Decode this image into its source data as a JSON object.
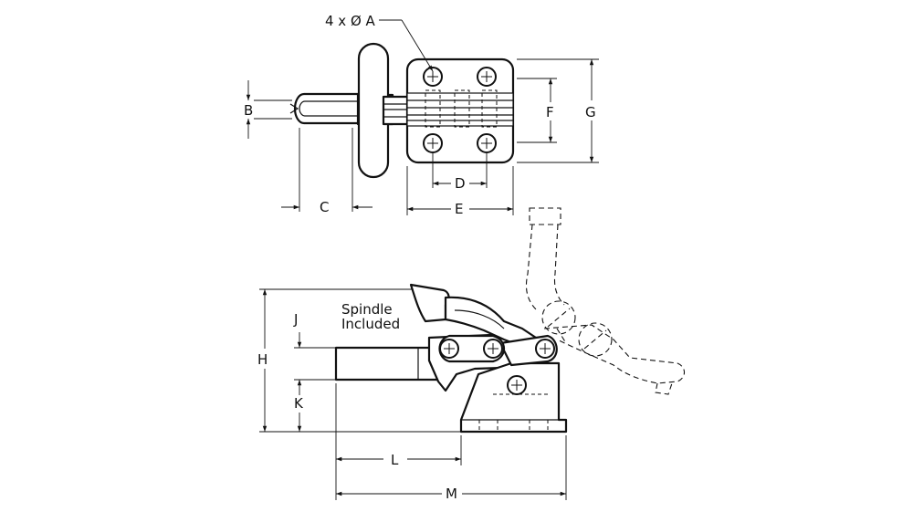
{
  "diagram": {
    "callouts": {
      "hole_note": "4 x Ø A",
      "spindle_line1": "Spindle",
      "spindle_line2": "Included"
    },
    "dimensions": {
      "B": "B",
      "C": "C",
      "D": "D",
      "E": "E",
      "F": "F",
      "G": "G",
      "H": "H",
      "J": "J",
      "K": "K",
      "L": "L",
      "M": "M"
    }
  }
}
